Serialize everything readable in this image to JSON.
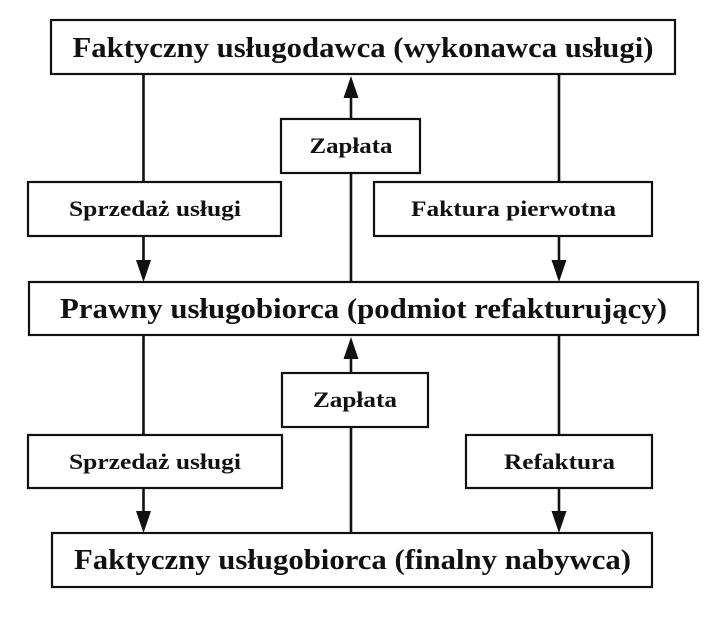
{
  "nodes": {
    "provider": "Faktyczny usługodawca (wykonawca usługi)",
    "legal_recipient": "Prawny usługobiorca (podmiot refakturujący)",
    "final_recipient": "Faktyczny usługobiorca (finalny nabywca)"
  },
  "edges": {
    "sale_1": "Sprzedaż usługi",
    "payment_1": "Zapłata",
    "invoice_1": "Faktura pierwotna",
    "sale_2": "Sprzedaż usługi",
    "payment_2": "Zapłata",
    "invoice_2": "Refaktura"
  }
}
